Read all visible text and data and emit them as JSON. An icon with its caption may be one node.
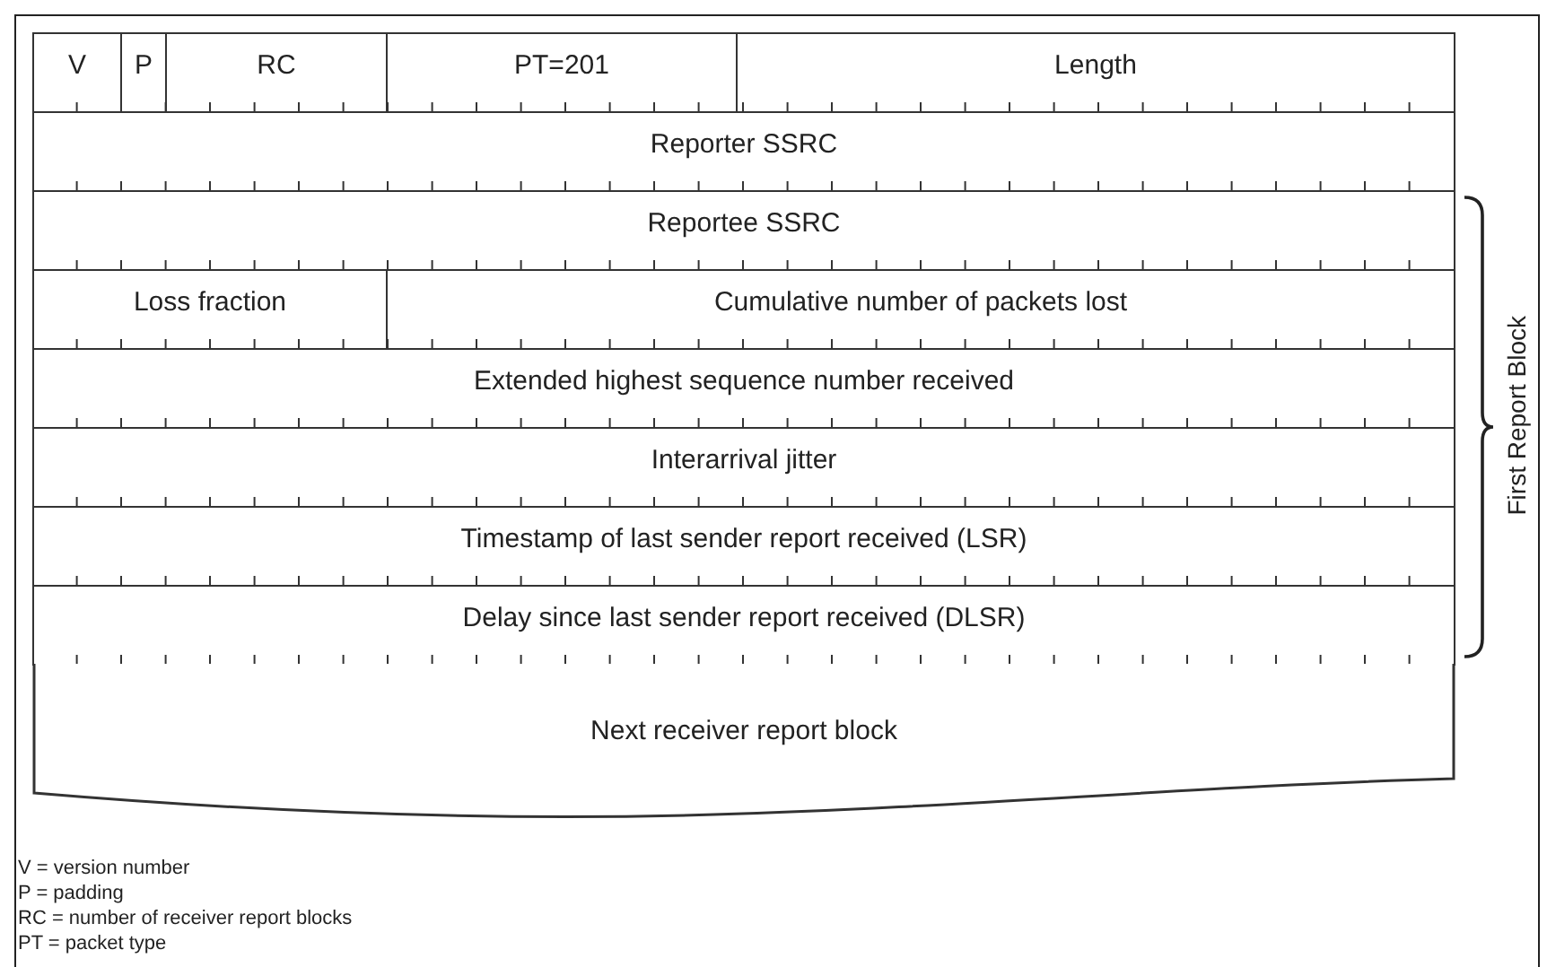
{
  "diagram": {
    "nodes": [
      {
        "text": [
          "V"
        ]
      },
      {
        "text": [
          "P"
        ]
      },
      {
        "text": [
          "RC"
        ]
      },
      {
        "text": [
          "PT=201"
        ]
      },
      {
        "text": [
          "Length"
        ]
      },
      {
        "text": [
          "Reporter SSRC"
        ]
      },
      {
        "text": [
          "Reportee SSRC"
        ]
      },
      {
        "text": [
          "Loss fraction"
        ]
      },
      {
        "text": [
          "Cumulative number of packets lost"
        ]
      },
      {
        "text": [
          "Extended highest sequence number received"
        ]
      },
      {
        "text": [
          "Interarrival jitter"
        ]
      },
      {
        "text": [
          "Timestamp of last sender report received (LSR)"
        ]
      },
      {
        "text": [
          "Delay since last sender report received (DLSR)"
        ]
      },
      {
        "text": [
          "Next receiver report block"
        ]
      }
    ],
    "edges": [],
    "labels": [
      "First Report Block",
      "V = version number",
      "P = padding",
      "RC = number of receiver report blocks",
      "PT = packet type"
    ]
  }
}
